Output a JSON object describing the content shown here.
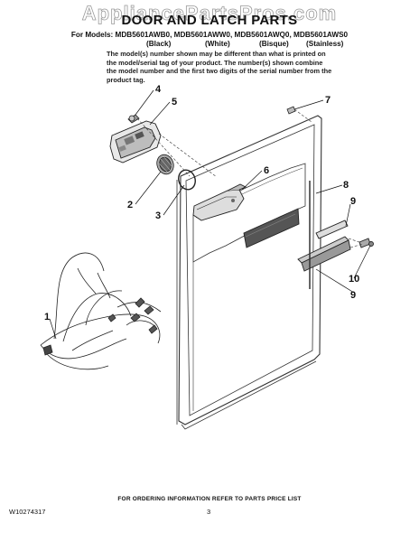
{
  "watermark": "AppliancePartsPros.com",
  "title": "DOOR AND LATCH PARTS",
  "models_line": "For Models: MDB5601AWB0, MDB5601AWW0, MDB5601AWQ0, MDB5601AWS0",
  "finishes": [
    "(Black)",
    "(White)",
    "(Bisque)",
    "(Stainless)"
  ],
  "note": "The model(s) number shown may be different than what is printed on the model/serial tag of your product. The number(s) shown combine the model number and the first two digits of the serial number from the product tag.",
  "callouts": [
    "1",
    "2",
    "3",
    "4",
    "5",
    "6",
    "7",
    "8",
    "9",
    "9",
    "10"
  ],
  "footer_note": "FOR ORDERING INFORMATION REFER TO PARTS PRICE LIST",
  "doc_number": "W10274317",
  "page_number": "3"
}
